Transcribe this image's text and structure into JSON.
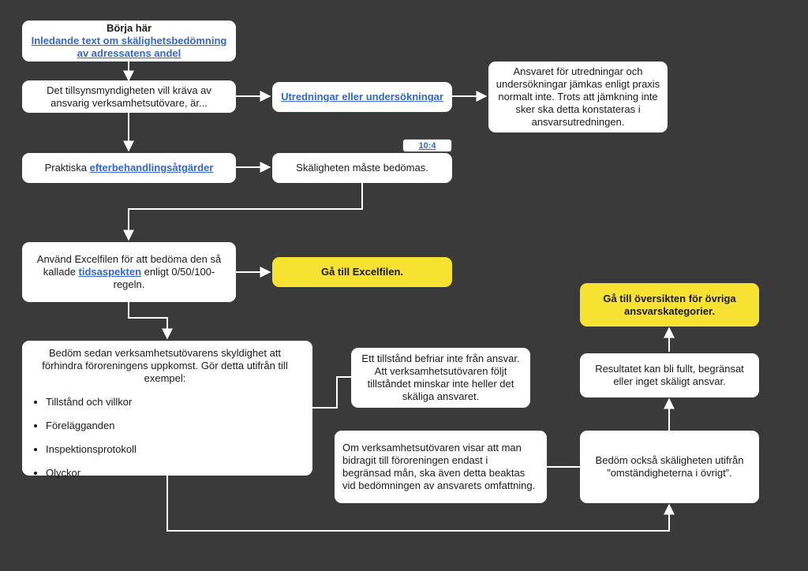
{
  "start": {
    "heading": "Börja här",
    "link": "Inledande text om skälighetsbedömning av adressatens andel"
  },
  "q_require": {
    "text": "Det tillsynsmyndigheten vill kräva av ansvarig verksamhetsutövare, är..."
  },
  "investigations": {
    "link": "Utredningar eller undersökningar"
  },
  "investigations_note": {
    "text": "Ansvaret för utredningar och undersökningar jämkas enligt praxis normalt inte. Trots att jämkning inte sker ska detta konstateras i ansvarsutredningen."
  },
  "aftercare": {
    "prefix": "Praktiska ",
    "link": "efterbehandlingsåtgärder"
  },
  "tag": {
    "label": "10:4"
  },
  "reasonable": {
    "text": "Skäligheten måste bedömas."
  },
  "excel_use": {
    "before": "Använd Excelfilen för att bedöma den så kallade ",
    "link": "tidsaspekten",
    "after": " enligt 0/50/100-regeln."
  },
  "goto_excel": {
    "label": "Gå till Excelfilen."
  },
  "duty": {
    "text": "Bedöm sedan verksamhetsutövarens skyldighet att förhindra föroreningens uppkomst. Gör detta utifrån till exempel:",
    "items": [
      "Tillstånd och villkor",
      "Förelägganden",
      "Inspektionsprotokoll",
      "Olyckor"
    ]
  },
  "permit_note": {
    "text": "Ett tillstånd befriar inte från ansvar. Att verksamhetsutövaren följt tillståndet minskar inte heller det skäliga ansvaret."
  },
  "limited_note": {
    "text": "Om verksamhetsutövaren visar att man bidragit till föroreningen endast i begränsad mån, ska även detta beaktas vid bedömningen av ansvarets omfattning."
  },
  "circumstances": {
    "text": "Bedöm också skäligheten utifrån ”omständigheterna i övrigt”."
  },
  "result": {
    "text": "Resultatet kan bli fullt, begränsat eller inget skäligt ansvar."
  },
  "goto_overview": {
    "label": "Gå till översikten för övriga ansvarskategorier."
  },
  "colors": {
    "background": "#3a3a3a",
    "box": "#ffffff",
    "highlight": "#f7e232",
    "link": "#3366cc",
    "connector": "#ffffff"
  }
}
